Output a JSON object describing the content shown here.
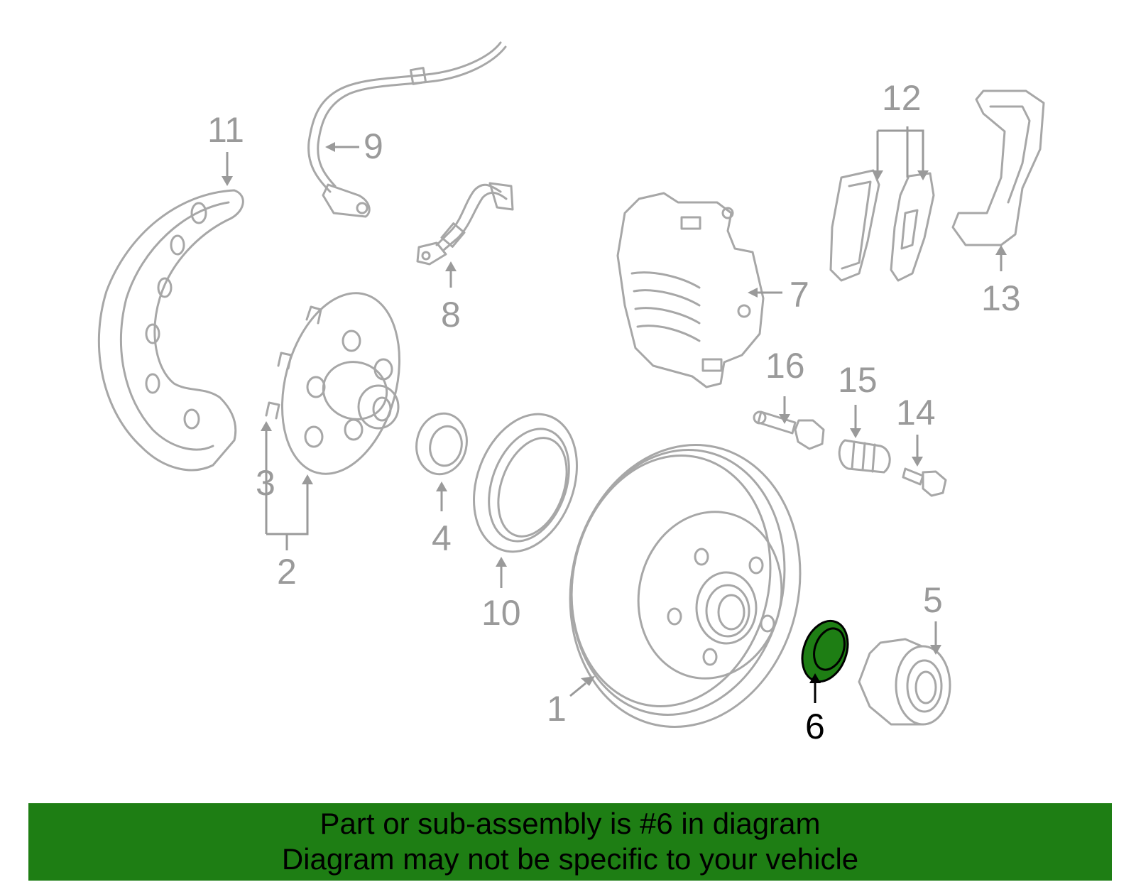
{
  "colors": {
    "highlight_part": "#1e7e14",
    "banner_background": "#1e7e14",
    "line_art": "#a7a7a7",
    "callout_text": "#9a9a9a"
  },
  "callouts": {
    "c1": "1",
    "c2": "2",
    "c3": "3",
    "c4": "4",
    "c5": "5",
    "c6": "6",
    "c7": "7",
    "c8": "8",
    "c9": "9",
    "c10": "10",
    "c11": "11",
    "c12": "12",
    "c13": "13",
    "c14": "14",
    "c15": "15",
    "c16": "16"
  },
  "banner": {
    "line1": "Part or sub-assembly is #6 in diagram",
    "line2": "Diagram may not be specific to your vehicle"
  }
}
